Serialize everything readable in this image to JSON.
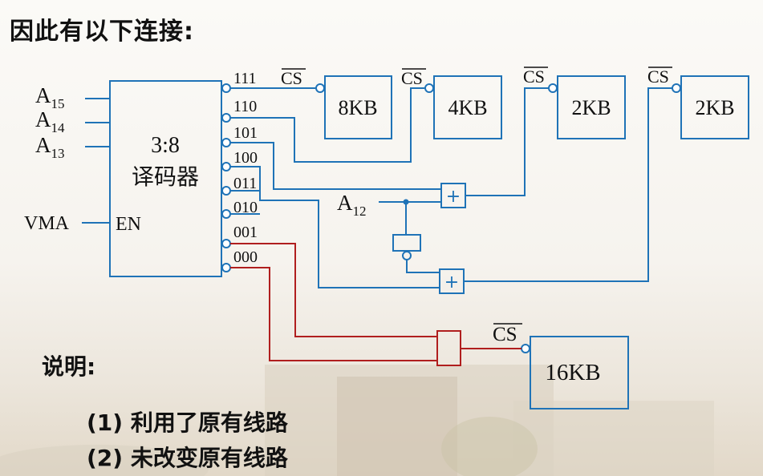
{
  "title": "因此有以下连接:",
  "decoder": {
    "name_line1": "3:8",
    "name_line2": "译码器",
    "enable": "EN",
    "inputs": [
      "A",
      "A",
      "A"
    ],
    "input_subs": [
      "15",
      "14",
      "13"
    ],
    "enable_input": "VMA",
    "outputs": [
      "111",
      "110",
      "101",
      "100",
      "011",
      "010",
      "001",
      "000"
    ]
  },
  "memory": {
    "chips": [
      "8KB",
      "4KB",
      "2KB",
      "2KB",
      "16KB"
    ],
    "cs_label": "CS"
  },
  "a12": {
    "letter": "A",
    "sub": "12"
  },
  "gate_symbol": "+",
  "notes": {
    "heading": "说明:",
    "items": [
      "(1) 利用了原有线路",
      "(2) 未改变原有线路"
    ]
  },
  "colors": {
    "wire": "#1f73b7",
    "highlight": "#b01e1e",
    "text": "#111111"
  }
}
